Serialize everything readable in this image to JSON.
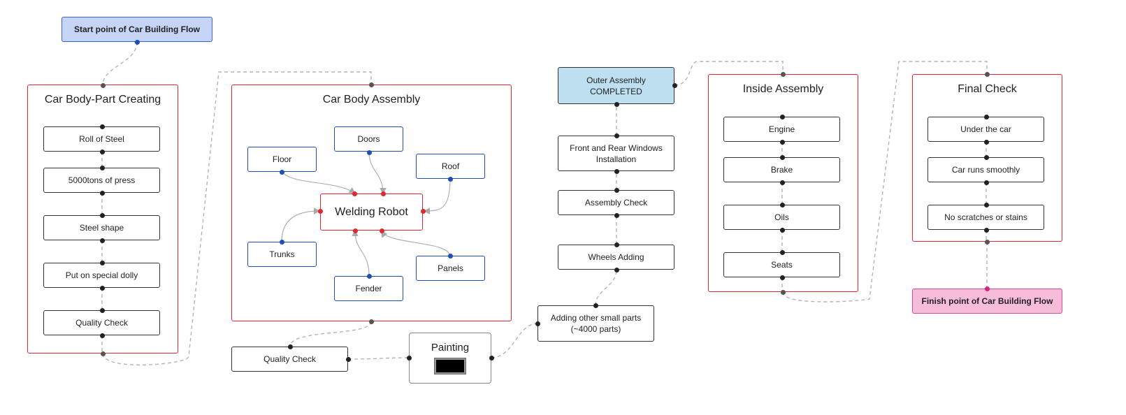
{
  "start": {
    "label": "Start point of Car Building Flow"
  },
  "finish": {
    "label": "Finish point of Car Building Flow"
  },
  "groups": {
    "body_part": {
      "title": "Car Body-Part Creating",
      "items": [
        "Roll of Steel",
        "5000tons of press",
        "Steel shape",
        "Put on special dolly",
        "Quality Check"
      ]
    },
    "body_assembly": {
      "title": "Car Body Assembly",
      "center": "Welding Robot",
      "parts": {
        "floor": "Floor",
        "doors": "Doors",
        "roof": "Roof",
        "trunks": "Trunks",
        "fender": "Fender",
        "panels": "Panels"
      }
    },
    "inside_assembly": {
      "title": "Inside Assembly",
      "items": [
        "Engine",
        "Brake",
        "Oils",
        "Seats"
      ]
    },
    "final_check": {
      "title": "Final Check",
      "items": [
        "Under the car",
        "Car runs smoothly",
        "No scratches or stains"
      ]
    }
  },
  "standalone": {
    "quality_check": "Quality Check",
    "painting": "Painting",
    "painting_color": "#000000",
    "small_parts": "Adding other small parts\n(~4000 parts)",
    "wheels": "Wheels Adding",
    "assembly_check": "Assembly Check",
    "windows": "Front and Rear Windows\nInstallation",
    "outer_completed": "Outer Assembly\nCOMPLETED"
  },
  "colors": {
    "group_border": "#e0282e",
    "start_fill": "#c6d4f5",
    "finish_fill": "#f7bcd9",
    "completed_fill": "#bddff0",
    "connector": "#b0b0b0"
  }
}
